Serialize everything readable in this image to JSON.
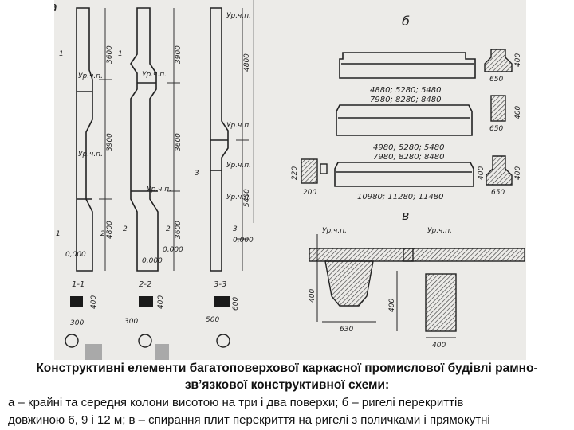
{
  "figure": {
    "panel_labels": {
      "a": "а",
      "b": "б",
      "c": "в"
    },
    "columns": {
      "texts": [
        "Ур.ч.п.",
        "Ур.ч.п.",
        "Ур.ч.п.",
        "Ур.ч.п.",
        "Ур.ч.п.",
        "Ур.ч.п.",
        "Ур.ч.п.",
        "Ур.ч.п.",
        "3600",
        "3900",
        "3900",
        "3600",
        "3600",
        "4800",
        "5400",
        "4800",
        "0,000",
        "0,000",
        "0,000",
        "0,000",
        "1-1",
        "2-2",
        "3-3",
        "300",
        "300",
        "500",
        "400",
        "400",
        "600",
        "1",
        "1",
        "1",
        "2",
        "2",
        "2",
        "3",
        "3"
      ]
    },
    "beams": {
      "dims": [
        "4880; 5280; 5480",
        "7980; 8280; 8480",
        "4980; 5280; 5480",
        "7980; 8280; 8480",
        "10980; 11280; 11480"
      ],
      "section_dims": [
        "400",
        "650",
        "400",
        "650",
        "220",
        "200",
        "400",
        "400",
        "650"
      ]
    },
    "slabs": {
      "labels": [
        "Ур.ч.п.",
        "Ур.ч.п."
      ],
      "dims": [
        "400",
        "630",
        "400",
        "400"
      ]
    }
  },
  "caption": {
    "title_line1": "Конструктивні елементи багатоповерхової каркасної промислової будівлі рамно-",
    "title_line2": "зв’язкової конструктивної схеми:",
    "body_line1": "а – крайні та середня колони висотою на три і два поверхи; б – ригелі перекриттів",
    "body_line2": "довжиною 6, 9 і 12 м; в – спирання плит перекриття на ригелі з поличками і прямокутні"
  }
}
